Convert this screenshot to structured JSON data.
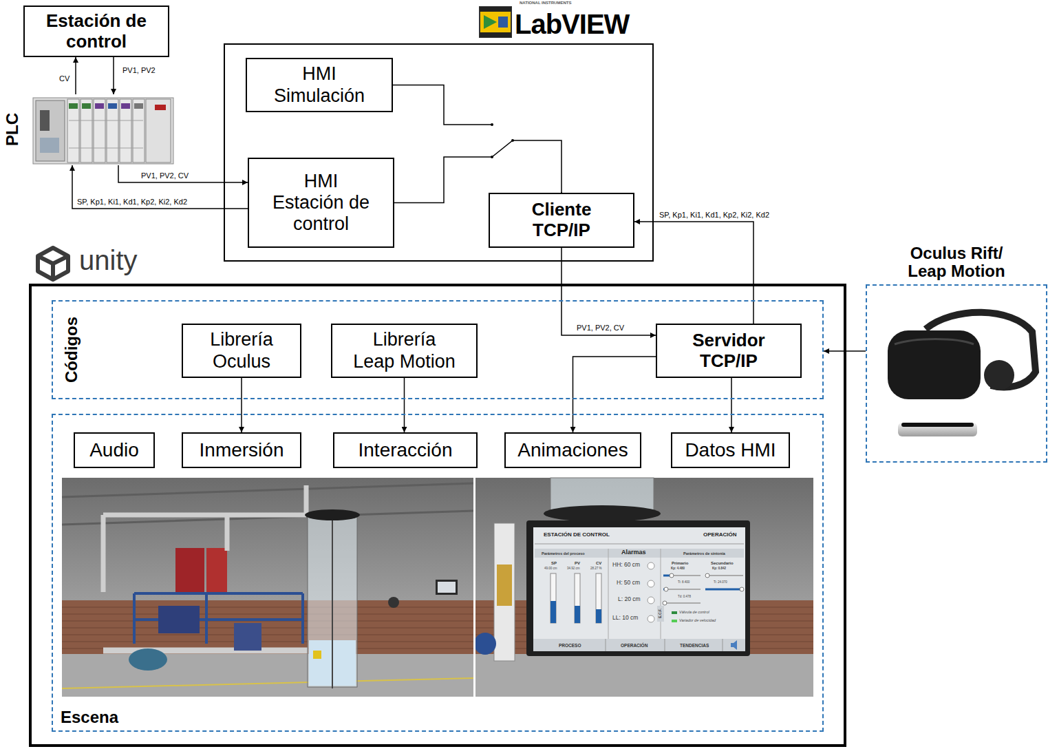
{
  "diagram": {
    "nodes": [
      {
        "text": [
          "Estación de control"
        ]
      },
      {
        "text": [
          "PLC"
        ]
      },
      {
        "text": [
          "NATIONAL INSTRUMENTS",
          "LabVIEW"
        ]
      },
      {
        "text": [
          "HMI Simulación"
        ],
        "in": 2
      },
      {
        "text": [
          "HMI Estación de control"
        ],
        "in": 2
      },
      {
        "text": [
          "Cliente TCP/IP"
        ],
        "in": 2
      },
      {
        "text": [
          "unity"
        ]
      },
      {
        "text": [
          "Códigos"
        ],
        "in": 6
      },
      {
        "text": [
          "Librería Oculus"
        ],
        "in": 7
      },
      {
        "text": [
          "Librería Leap Motion"
        ],
        "in": 7
      },
      {
        "text": [
          "Servidor TCP/IP"
        ],
        "in": 7
      },
      {
        "text": [
          "Escena"
        ],
        "in": 6
      },
      {
        "text": [
          "Audio"
        ],
        "in": 11
      },
      {
        "text": [
          "Inmersión"
        ],
        "in": 11
      },
      {
        "text": [
          "Interacción"
        ],
        "in": 11
      },
      {
        "text": [
          "Animaciones"
        ],
        "in": 11
      },
      {
        "text": [
          "Datos HMI"
        ],
        "in": 11
      },
      {
        "text": [
          "Oculus Rift/ Leap Motion"
        ]
      }
    ],
    "edges": [
      {
        "from": 1,
        "to": 0,
        "arrow": "to",
        "label": "CV"
      },
      {
        "from": 0,
        "to": 1,
        "arrow": "to",
        "label": "PV1, PV2"
      },
      {
        "from": 1,
        "to": 4,
        "arrow": "to",
        "label": "PV1, PV2, CV"
      },
      {
        "from": 4,
        "to": 1,
        "arrow": "to",
        "label": "SP, Kp1, Ki1, Kd1, Kp2, Ki2, Kd2"
      },
      {
        "from": 3,
        "to": 5,
        "arrow": "none"
      },
      {
        "from": 4,
        "to": 5,
        "arrow": "none"
      },
      {
        "from": 5,
        "to": 10,
        "arrow": "to",
        "label": "PV1, PV2, CV"
      },
      {
        "from": 10,
        "to": 5,
        "arrow": "to",
        "label": "SP, Kp1, Ki1, Kd1, Kp2, Ki2, Kd2"
      },
      {
        "from": 17,
        "to": 7,
        "arrow": "to"
      },
      {
        "from": 8,
        "to": 13,
        "arrow": "to"
      },
      {
        "from": 9,
        "to": 14,
        "arrow": "to"
      },
      {
        "from": 10,
        "to": 15,
        "arrow": "to"
      },
      {
        "from": 10,
        "to": 16,
        "arrow": "to"
      }
    ],
    "labels": [
      "ESTACIÓN DE CONTROL",
      "OPERACIÓN",
      "Parámetros del proceso",
      "Alarmas",
      "Parámetros de sintonía",
      "SP",
      "PV",
      "CV",
      "49.00 cm",
      "34.92 cm",
      "28.27 %",
      "HH: 60 cm",
      "H: 50 cm",
      "L: 20 cm",
      "LL: 10 cm",
      "Primario",
      "Secundario",
      "Kp: 4.480",
      "Kp: 0.842",
      "Ti: 8.400",
      "Ti: 24.070",
      "Td: 0.478",
      "E.C.F.",
      "Válvula de control",
      "Variador de velocidad",
      "PROCESO",
      "OPERACIÓN",
      "TENDENCIAS"
    ]
  }
}
